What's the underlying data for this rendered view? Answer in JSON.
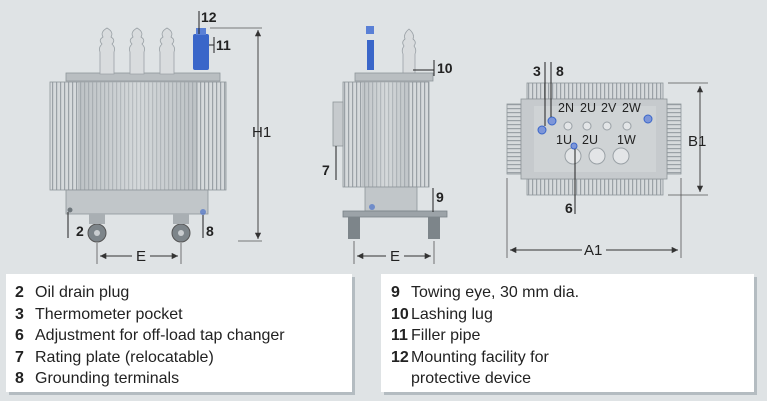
{
  "labels": {
    "n12": "12",
    "n11": "11",
    "n10": "10",
    "n7": "7",
    "n2": "2",
    "n8a": "8",
    "n9": "9",
    "n3": "3",
    "n8b": "8",
    "n6": "6",
    "h1": "H1",
    "b1": "B1",
    "e1": "E",
    "e2": "E",
    "a1": "A1",
    "t2n": "2N",
    "t2u": "2U",
    "t2v": "2V",
    "t2w": "2W",
    "t1u": "1U",
    "t2u_low": "2U",
    "t1w": "1W"
  },
  "legend_left": [
    {
      "num": "2",
      "text": "Oil drain plug"
    },
    {
      "num": "3",
      "text": "Thermometer pocket"
    },
    {
      "num": "6",
      "text": "Adjustment for off-load tap changer"
    },
    {
      "num": "7",
      "text": "Rating plate (relocatable)"
    },
    {
      "num": "8",
      "text": "Grounding terminals"
    }
  ],
  "legend_right": [
    {
      "num": "9",
      "text": "Towing eye, 30 mm dia."
    },
    {
      "num": "10",
      "text": "Lashing lug"
    },
    {
      "num": "11",
      "text": "Filler pipe"
    },
    {
      "num": "12",
      "text": "Mounting facility for protective device"
    }
  ],
  "colors": {
    "background": "#dfe3e5",
    "panel": "#ffffff",
    "tank": "#c6cacd",
    "fins": "#d3d7d9",
    "bushing": "#d9dcde",
    "accent_blue": "#3a66c9"
  }
}
